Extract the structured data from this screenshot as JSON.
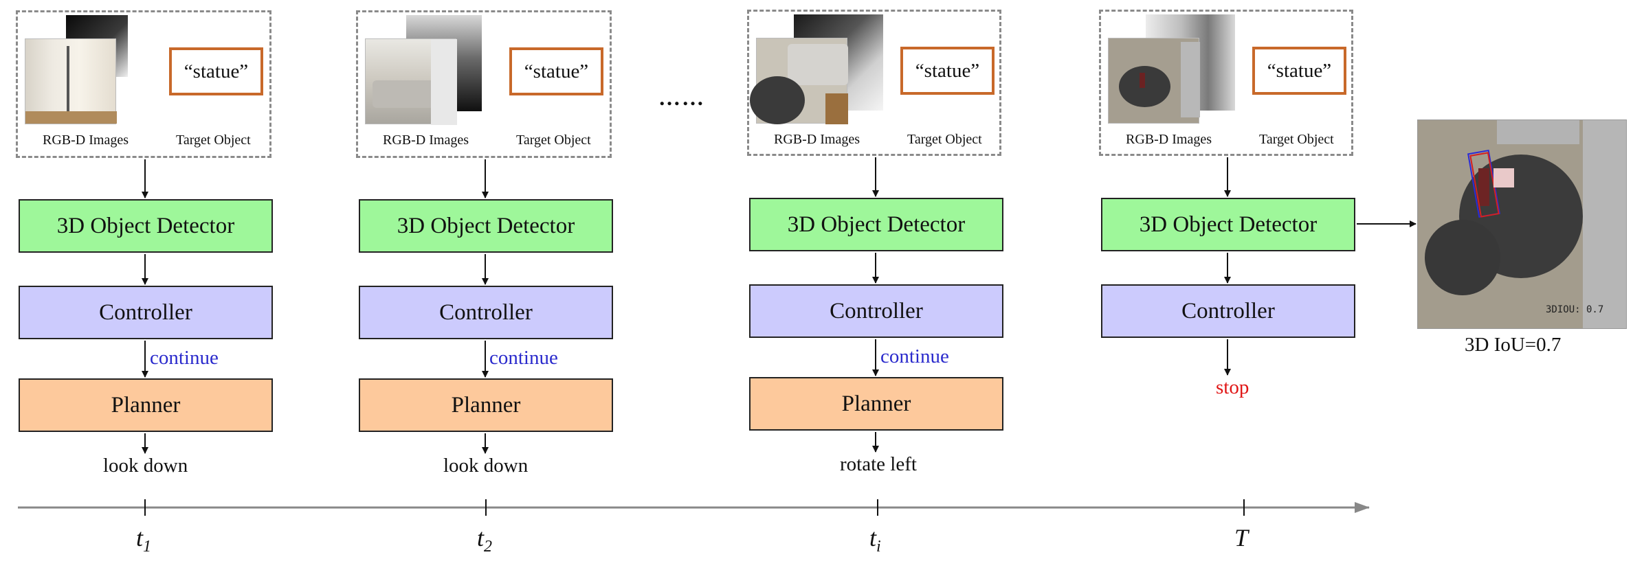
{
  "steps": [
    {
      "rgbd_label": "RGB-D Images",
      "target_label": "Target Object",
      "target_text": "“statue”",
      "detector": "3D Object Detector",
      "controller": "Controller",
      "decision": "continue",
      "planner": "Planner",
      "action": "look down",
      "time_base": "t",
      "time_sub": "1"
    },
    {
      "rgbd_label": "RGB-D Images",
      "target_label": "Target Object",
      "target_text": "“statue”",
      "detector": "3D Object Detector",
      "controller": "Controller",
      "decision": "continue",
      "planner": "Planner",
      "action": "look down",
      "time_base": "t",
      "time_sub": "2"
    },
    {
      "rgbd_label": "RGB-D Images",
      "target_label": "Target Object",
      "target_text": "“statue”",
      "detector": "3D Object Detector",
      "controller": "Controller",
      "decision": "continue",
      "planner": "Planner",
      "action": "rotate left",
      "time_base": "t",
      "time_sub": "i"
    },
    {
      "rgbd_label": "RGB-D Images",
      "target_label": "Target Object",
      "target_text": "“statue”",
      "detector": "3D Object Detector",
      "controller": "Controller",
      "decision": "stop",
      "time_base": "T"
    }
  ],
  "ellipsis": "……",
  "result": {
    "overlay_text": "3DIOU: 0.7",
    "caption": "3D IoU=0.7"
  },
  "colors": {
    "detector": "#9ef79a",
    "controller": "#cccbfd",
    "planner": "#fdc99c",
    "target_border": "#c8692a",
    "continue": "#2a2acc",
    "stop": "#e01515"
  }
}
